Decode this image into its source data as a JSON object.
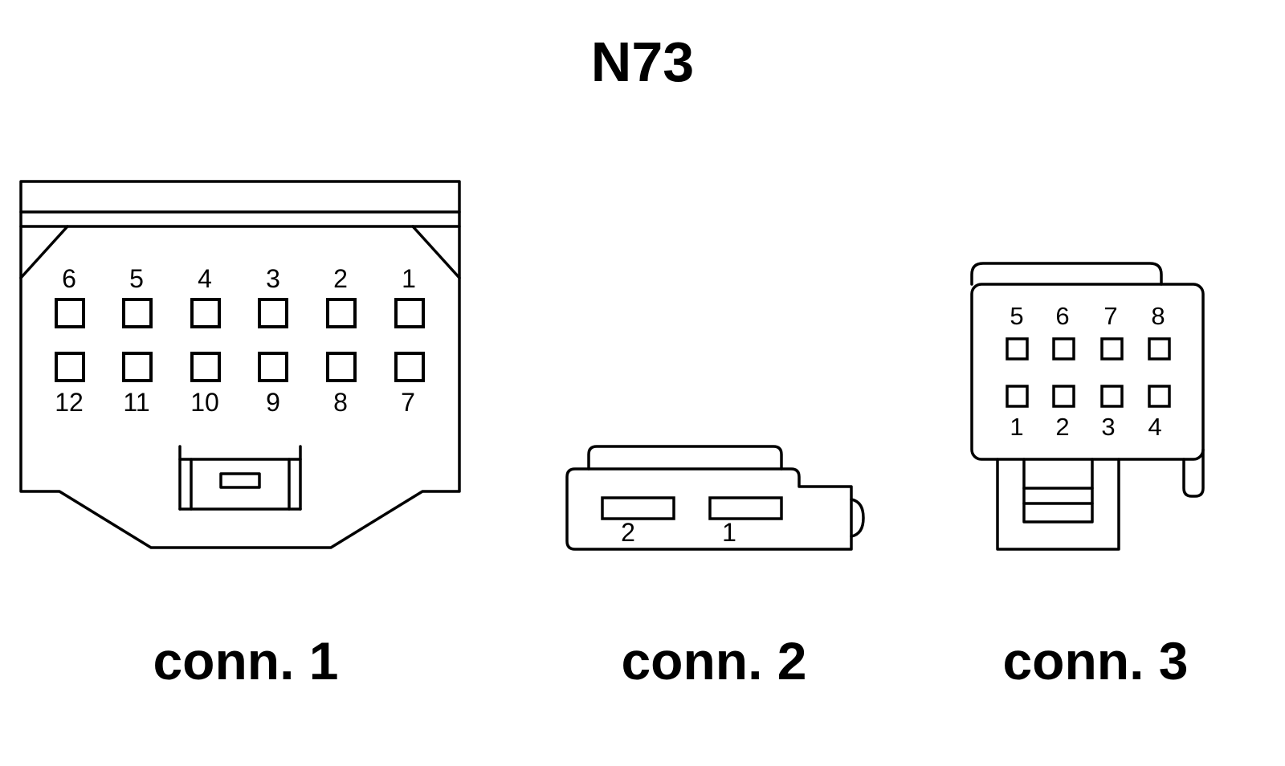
{
  "title": "N73",
  "connectors": [
    {
      "caption": "conn. 1",
      "top_row_pins": [
        "6",
        "5",
        "4",
        "3",
        "2",
        "1"
      ],
      "bottom_row_pins": [
        "12",
        "11",
        "10",
        "9",
        "8",
        "7"
      ]
    },
    {
      "caption": "conn. 2",
      "pins": [
        "2",
        "1"
      ]
    },
    {
      "caption": "conn. 3",
      "top_row_pins": [
        "5",
        "6",
        "7",
        "8"
      ],
      "bottom_row_pins": [
        "1",
        "2",
        "3",
        "4"
      ]
    }
  ]
}
